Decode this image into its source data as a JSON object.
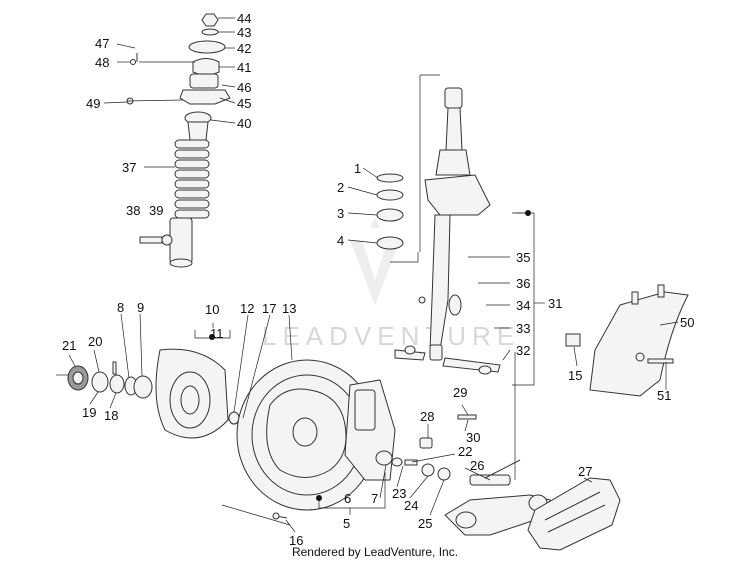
{
  "footer": "Rendered by LeadVenture, Inc.",
  "watermark": "LEADVENTURE",
  "parts": [
    {
      "id": "p44",
      "label": "44"
    },
    {
      "id": "p43",
      "label": "43"
    },
    {
      "id": "p42",
      "label": "42"
    },
    {
      "id": "p41",
      "label": "41"
    },
    {
      "id": "p46",
      "label": "46"
    },
    {
      "id": "p45",
      "label": "45"
    },
    {
      "id": "p40",
      "label": "40"
    },
    {
      "id": "p47",
      "label": "47"
    },
    {
      "id": "p48",
      "label": "48"
    },
    {
      "id": "p49",
      "label": "49"
    },
    {
      "id": "p37",
      "label": "37"
    },
    {
      "id": "p38",
      "label": "38"
    },
    {
      "id": "p39",
      "label": "39"
    },
    {
      "id": "p1",
      "label": "1"
    },
    {
      "id": "p2",
      "label": "2"
    },
    {
      "id": "p3",
      "label": "3"
    },
    {
      "id": "p4",
      "label": "4"
    },
    {
      "id": "p35",
      "label": "35"
    },
    {
      "id": "p36",
      "label": "36"
    },
    {
      "id": "p34",
      "label": "34"
    },
    {
      "id": "p31",
      "label": "31"
    },
    {
      "id": "p33",
      "label": "33"
    },
    {
      "id": "p32",
      "label": "32"
    },
    {
      "id": "p50",
      "label": "50"
    },
    {
      "id": "p15",
      "label": "15"
    },
    {
      "id": "p51",
      "label": "51"
    },
    {
      "id": "p8",
      "label": "8"
    },
    {
      "id": "p9",
      "label": "9"
    },
    {
      "id": "p10",
      "label": "10"
    },
    {
      "id": "p11",
      "label": "11"
    },
    {
      "id": "p12",
      "label": "12"
    },
    {
      "id": "p17",
      "label": "17"
    },
    {
      "id": "p13",
      "label": "13"
    },
    {
      "id": "p21",
      "label": "21"
    },
    {
      "id": "p20",
      "label": "20"
    },
    {
      "id": "p19",
      "label": "19"
    },
    {
      "id": "p18",
      "label": "18"
    },
    {
      "id": "p29",
      "label": "29"
    },
    {
      "id": "p30",
      "label": "30"
    },
    {
      "id": "p28",
      "label": "28"
    },
    {
      "id": "p22",
      "label": "22"
    },
    {
      "id": "p26",
      "label": "26"
    },
    {
      "id": "p27",
      "label": "27"
    },
    {
      "id": "p23",
      "label": "23"
    },
    {
      "id": "p24",
      "label": "24"
    },
    {
      "id": "p25",
      "label": "25"
    },
    {
      "id": "p6",
      "label": "6"
    },
    {
      "id": "p7",
      "label": "7"
    },
    {
      "id": "p5",
      "label": "5"
    },
    {
      "id": "p16",
      "label": "16"
    }
  ]
}
